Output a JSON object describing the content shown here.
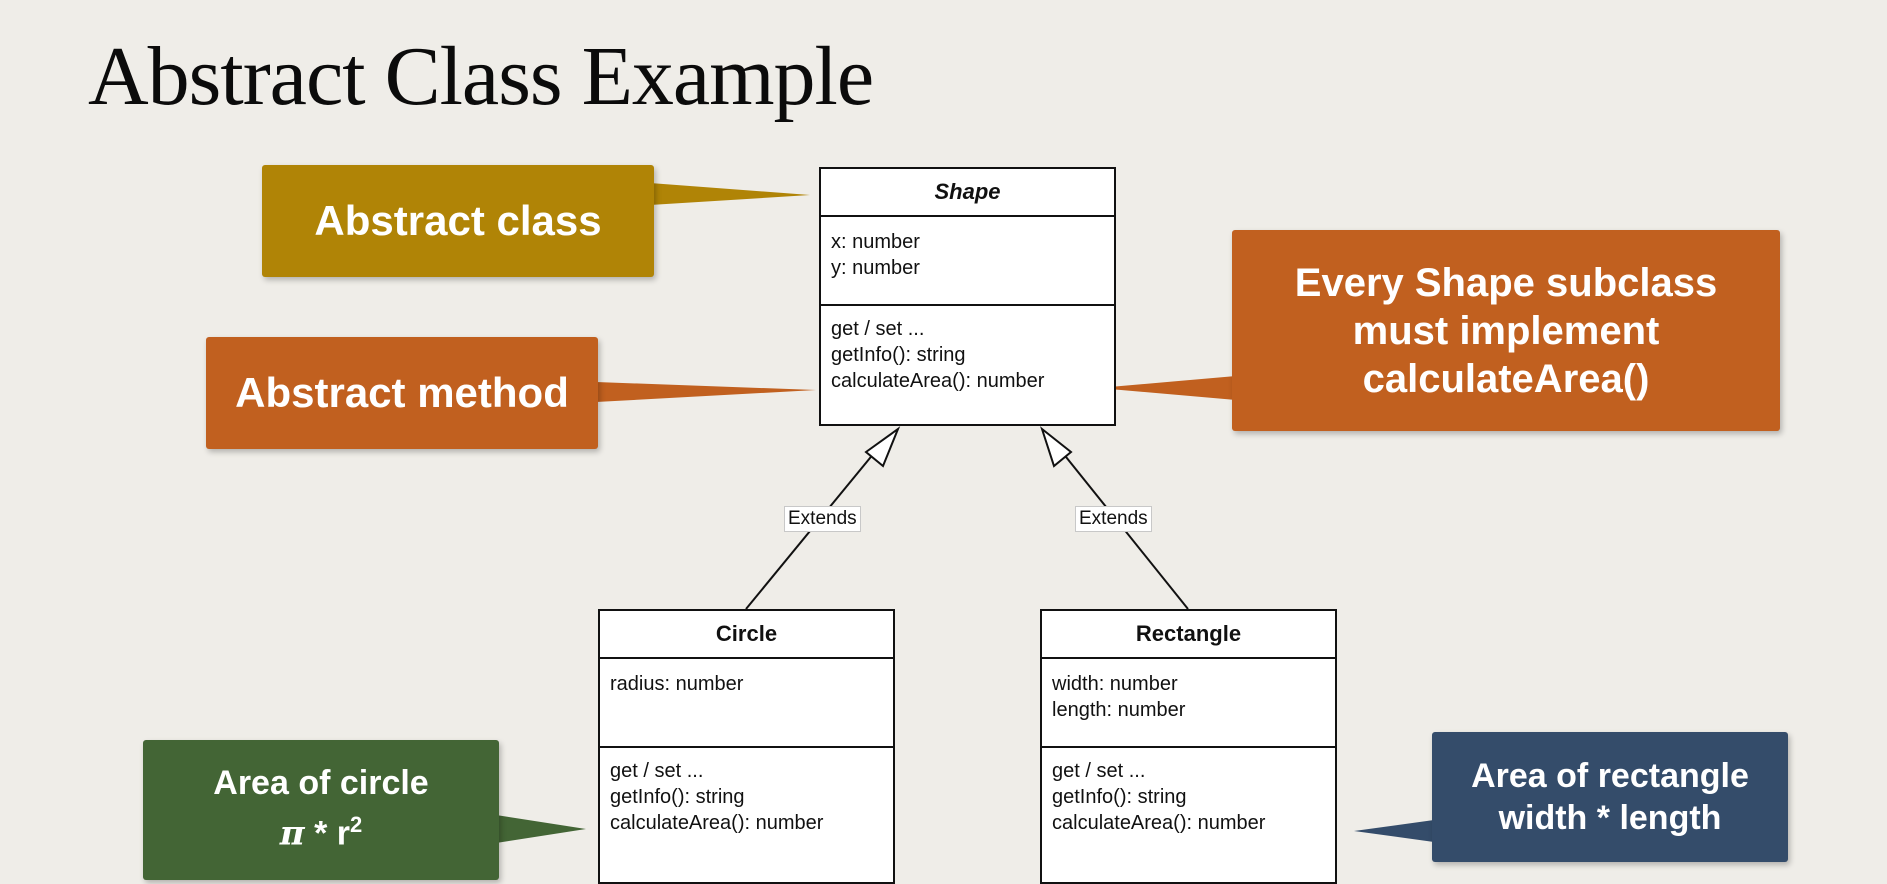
{
  "slide": {
    "title": "Abstract Class Example"
  },
  "classes": {
    "shape": {
      "name": "Shape",
      "attributes": [
        "x: number",
        "y: number"
      ],
      "methods": [
        "get / set ...",
        "getInfo(): string",
        "calculateArea(): number"
      ]
    },
    "circle": {
      "name": "Circle",
      "attributes": [
        "radius: number"
      ],
      "methods": [
        "get / set ...",
        "getInfo(): string",
        "calculateArea(): number"
      ]
    },
    "rectangle": {
      "name": "Rectangle",
      "attributes": [
        "width: number",
        "length: number"
      ],
      "methods": [
        "get / set ...",
        "getInfo(): string",
        "calculateArea(): number"
      ]
    }
  },
  "relations": {
    "circle_label": "Extends",
    "rectangle_label": "Extends"
  },
  "callouts": {
    "abstract_class": {
      "text": "Abstract class",
      "color": "#b08406"
    },
    "abstract_method": {
      "text": "Abstract method",
      "color": "#c1601f"
    },
    "every_shape": {
      "lines": [
        "Every Shape subclass",
        "must implement",
        "calculateArea()"
      ],
      "color": "#c1601f"
    },
    "area_circle": {
      "line1": "Area of circle",
      "pi": "π",
      "mid": " * r",
      "sup": "2",
      "color": "#436535"
    },
    "area_rectangle": {
      "lines": [
        "Area of rectangle",
        "width * length"
      ],
      "color": "#344c6a"
    }
  }
}
